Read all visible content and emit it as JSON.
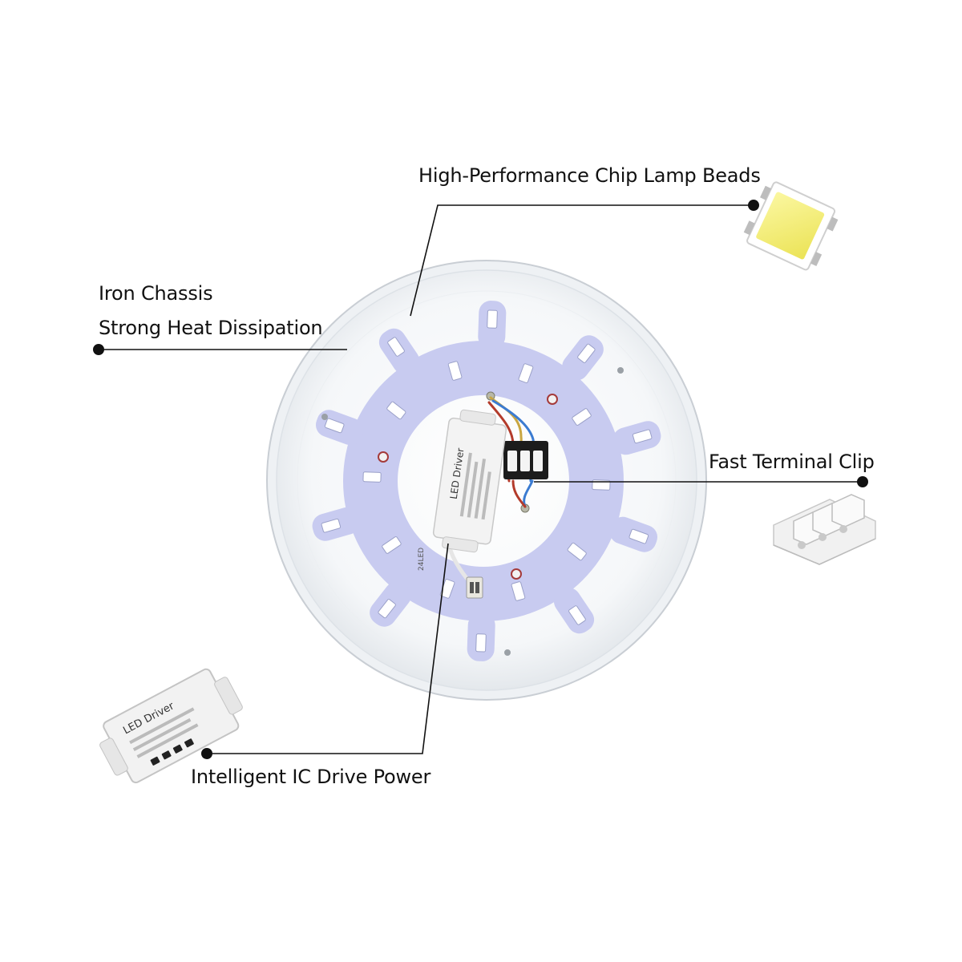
{
  "callouts": {
    "lamp_beads": "High-Performance Chip Lamp Beads",
    "chassis_line1": "Iron Chassis",
    "chassis_line2": "Strong Heat Dissipation",
    "terminal_clip": "Fast Terminal Clip",
    "drive_power": "Intelligent IC Drive Power"
  },
  "driver_markings": {
    "title": "LED Driver",
    "inset_title": "LED Driver",
    "output_tag": "24LED"
  },
  "colors": {
    "leader_line": "#111111",
    "pcb_ring": "#c9ccf1",
    "diffuser": "#f6f8fa",
    "led_chip": "#ffffff",
    "led_phosphor": "#f3ef6a",
    "connector": "#1c1c1c"
  }
}
